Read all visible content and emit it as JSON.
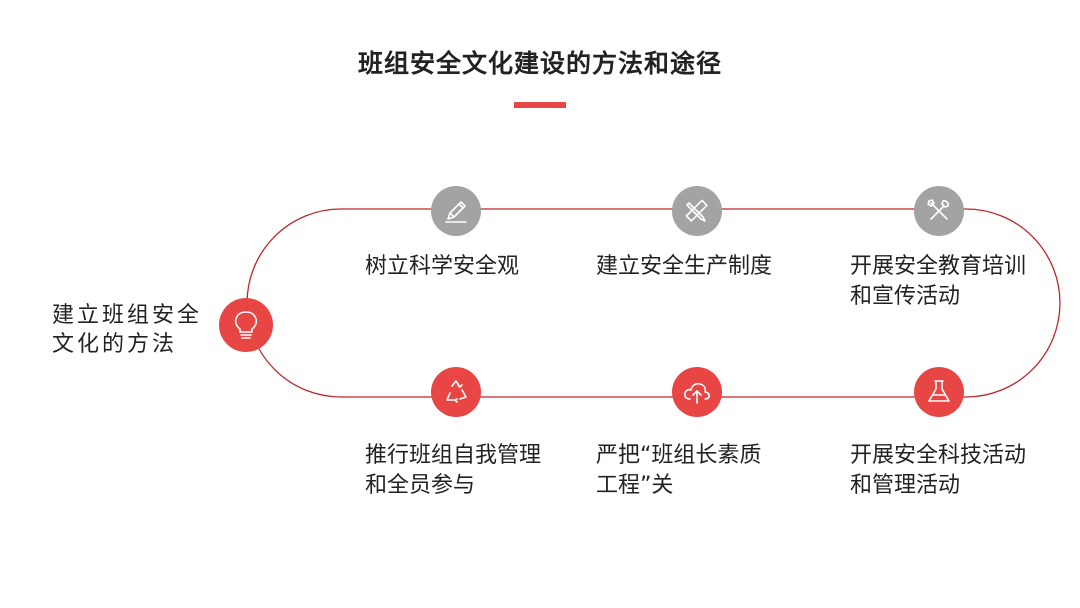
{
  "title": "班组安全文化建设的方法和途径",
  "colors": {
    "accent": "#e84545",
    "gray_node": "#a3a3a3",
    "track": "#c0262c"
  },
  "start": {
    "label": "建立班组安全文化的方法",
    "icon": "lightbulb-icon"
  },
  "top_steps": [
    {
      "label": "树立科学安全观",
      "icon": "pencil-icon"
    },
    {
      "label": "建立安全生产制度",
      "icon": "ruler-pencil-icon"
    },
    {
      "label": "开展安全教育培训和宣传活动",
      "icon": "tools-icon"
    }
  ],
  "bottom_steps": [
    {
      "label": "推行班组自我管理和全员参与",
      "icon": "recycle-icon"
    },
    {
      "label": "严把“班组长素质工程”关",
      "icon": "cloud-upload-icon"
    },
    {
      "label": "开展安全科技活动和管理活动",
      "icon": "flask-icon"
    }
  ]
}
